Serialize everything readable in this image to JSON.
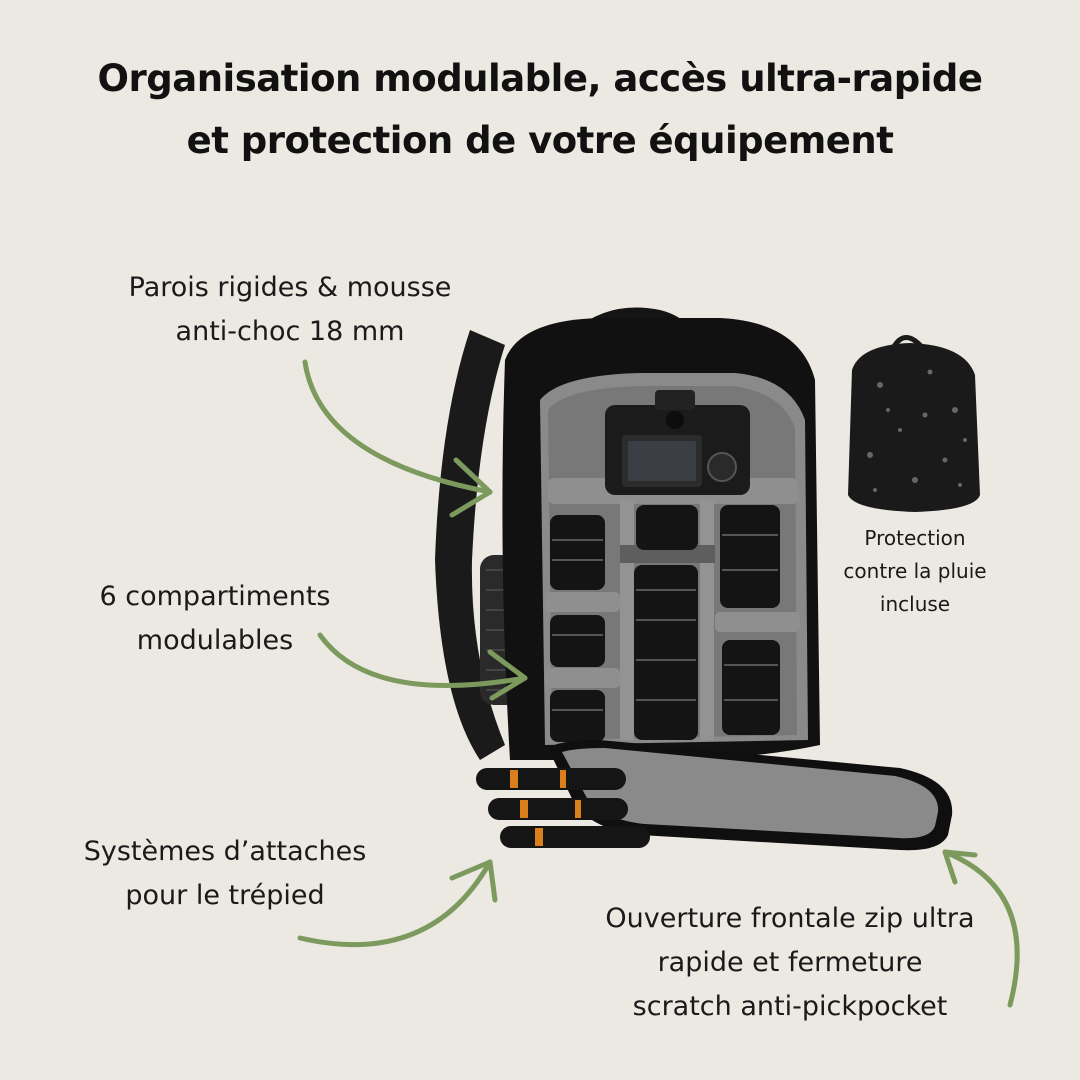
{
  "title": {
    "line1": "Organisation modulable, accès ultra-rapide",
    "line2": "et protection de votre équipement"
  },
  "callouts": {
    "walls": {
      "line1": "Parois rigides & mousse",
      "line2": "anti-choc 18 mm"
    },
    "compartments": {
      "line1": "6 compartiments",
      "line2": "modulables"
    },
    "tripod": {
      "line1": "Systèmes d’attaches",
      "line2": "pour le trépied"
    },
    "opening": {
      "line1": "Ouverture frontale zip ultra",
      "line2": "rapide et fermeture",
      "line3": "scratch anti-pickpocket"
    },
    "rain": {
      "line1": "Protection",
      "line2": "contre la pluie",
      "line3": "incluse"
    }
  },
  "colors": {
    "background": "#ece8e2",
    "arrow": "#7c9a5e",
    "bag": "#121212",
    "interior": "#7d7d7d",
    "tripod_accent": "#d9801c"
  },
  "icons": {
    "backpack": "open-camera-backpack-illustration",
    "rain_cover": "rain-cover-backpack-illustration",
    "arrows": "curved-pointer-arrow"
  }
}
